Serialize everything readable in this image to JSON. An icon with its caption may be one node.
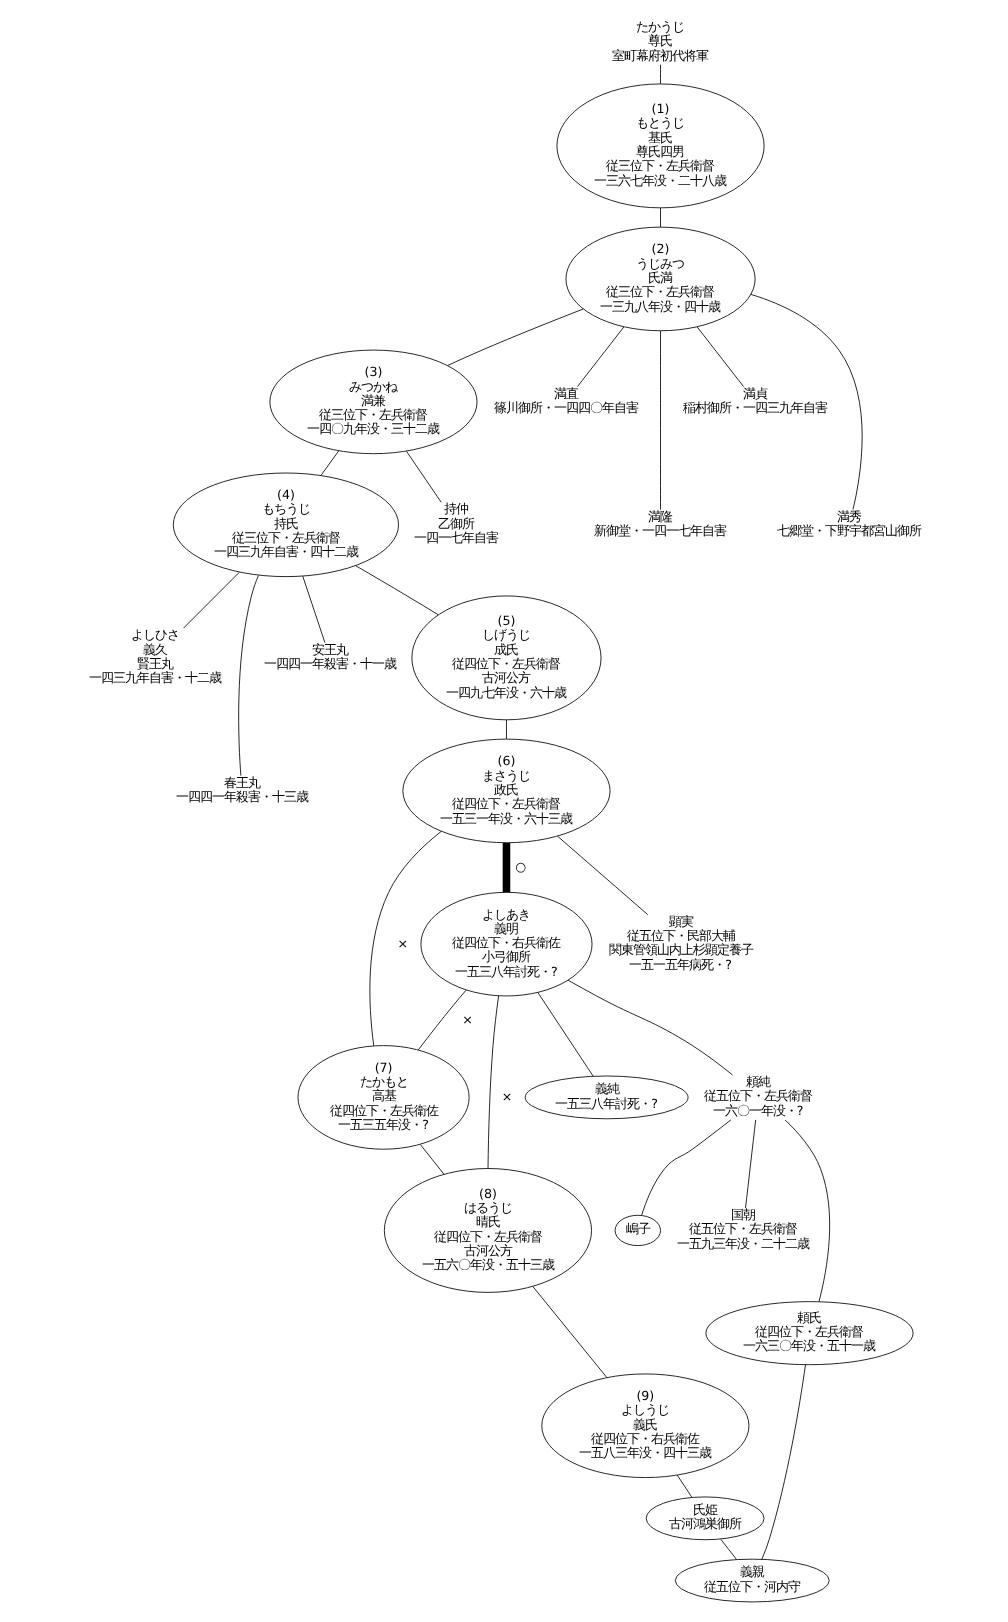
{
  "diagram": {
    "nodes": [
      {
        "text": [
          "たかうじ",
          "尊氏",
          "室町幕府初代将軍"
        ]
      },
      {
        "text": [
          "(1)",
          "もとうじ",
          "基氏",
          "尊氏四男",
          "従三位下・左兵衛督",
          "一三六七年没・二十八歳"
        ]
      },
      {
        "text": [
          "(2)",
          "うじみつ",
          "氏満",
          "従三位下・左兵衛督",
          "一三九八年没・四十歳"
        ]
      },
      {
        "text": [
          "(3)",
          "みつかね",
          "満兼",
          "従三位下・左兵衛督",
          "一四〇九年没・三十二歳"
        ]
      },
      {
        "text": [
          "満直",
          "篠川御所・一四四〇年自害"
        ]
      },
      {
        "text": [
          "満隆",
          "新御堂・一四一七年自害"
        ]
      },
      {
        "text": [
          "満貞",
          "稲村御所・一四三九年自害"
        ]
      },
      {
        "text": [
          "満秀",
          "七郷堂・下野宇都宮山御所"
        ]
      },
      {
        "text": [
          "(4)",
          "もちうじ",
          "持氏",
          "従三位下・左兵衛督",
          "一四三九年自害・四十二歳"
        ]
      },
      {
        "text": [
          "持仲",
          "乙御所",
          "一四一七年自害"
        ]
      },
      {
        "text": [
          "よしひさ",
          "義久",
          "賢王丸",
          "一四三九年自害・十二歳"
        ]
      },
      {
        "text": [
          "春王丸",
          "一四四一年殺害・十三歳"
        ]
      },
      {
        "text": [
          "安王丸",
          "一四四一年殺害・十一歳"
        ]
      },
      {
        "text": [
          "(5)",
          "しげうじ",
          "成氏",
          "従四位下・左兵衛督",
          "古河公方",
          "一四九七年没・六十歳"
        ]
      },
      {
        "text": [
          "(6)",
          "まさうじ",
          "政氏",
          "従四位下・左兵衛督",
          "一五三一年没・六十三歳"
        ]
      },
      {
        "text": [
          "(7)",
          "たかもと",
          "高基",
          "従四位下・左兵衛佐",
          "一五三五年没・?"
        ]
      },
      {
        "text": [
          "よしあき",
          "義明",
          "従四位下・右兵衛佐",
          "小弓御所",
          "一五三八年討死・?"
        ]
      },
      {
        "text": [
          "顕実",
          "従五位下・民部大輔",
          "関東管領山内上杉顕定養子",
          "一五一五年病死・?"
        ]
      },
      {
        "text": [
          "(8)",
          "はるうじ",
          "晴氏",
          "従四位下・左兵衛督",
          "古河公方",
          "一五六〇年没・五十三歳"
        ]
      },
      {
        "text": [
          "義純",
          "一五三八年討死・?"
        ]
      },
      {
        "text": [
          "頼純",
          "従五位下・左兵衛督",
          "一六〇一年没・?"
        ]
      },
      {
        "text": [
          "(9)",
          "よしうじ",
          "義氏",
          "従四位下・右兵衛佐",
          "一五八三年没・四十三歳"
        ]
      },
      {
        "text": [
          "嶋子"
        ]
      },
      {
        "text": [
          "国朝",
          "従五位下・左兵衛督",
          "一五九三年没・二十二歳"
        ]
      },
      {
        "text": [
          "頼氏",
          "従四位下・左兵衛督",
          "一六三〇年没・五十一歳"
        ]
      },
      {
        "text": [
          "氏姫",
          "古河鴻巣御所"
        ]
      },
      {
        "text": [
          "義親",
          "従五位下・河内守"
        ]
      }
    ],
    "edges": [
      {
        "from": 0,
        "to": 1,
        "arrow": "none"
      },
      {
        "from": 1,
        "to": 2,
        "arrow": "none"
      },
      {
        "from": 2,
        "to": 3,
        "arrow": "none"
      },
      {
        "from": 2,
        "to": 4,
        "arrow": "none"
      },
      {
        "from": 2,
        "to": 5,
        "arrow": "none"
      },
      {
        "from": 2,
        "to": 6,
        "arrow": "none"
      },
      {
        "from": 2,
        "to": 7,
        "arrow": "none"
      },
      {
        "from": 3,
        "to": 8,
        "arrow": "none"
      },
      {
        "from": 3,
        "to": 9,
        "arrow": "none"
      },
      {
        "from": 8,
        "to": 10,
        "arrow": "none"
      },
      {
        "from": 8,
        "to": 11,
        "arrow": "none"
      },
      {
        "from": 8,
        "to": 12,
        "arrow": "none"
      },
      {
        "from": 8,
        "to": 13,
        "arrow": "none"
      },
      {
        "from": 13,
        "to": 14,
        "arrow": "none"
      },
      {
        "from": 14,
        "to": 15,
        "arrow": "none",
        "label": "×"
      },
      {
        "from": 14,
        "to": 16,
        "arrow": "none",
        "label": "○",
        "style": "thick"
      },
      {
        "from": 14,
        "to": 17,
        "arrow": "none"
      },
      {
        "from": 16,
        "to": 15,
        "arrow": "none",
        "label": "×"
      },
      {
        "from": 15,
        "to": 18,
        "arrow": "none"
      },
      {
        "from": 16,
        "to": 18,
        "arrow": "none",
        "label": "×"
      },
      {
        "from": 16,
        "to": 19,
        "arrow": "none"
      },
      {
        "from": 16,
        "to": 20,
        "arrow": "none"
      },
      {
        "from": 18,
        "to": 21,
        "arrow": "none"
      },
      {
        "from": 20,
        "to": 22,
        "arrow": "none"
      },
      {
        "from": 20,
        "to": 23,
        "arrow": "none"
      },
      {
        "from": 20,
        "to": 24,
        "arrow": "none"
      },
      {
        "from": 21,
        "to": 25,
        "arrow": "none"
      },
      {
        "from": 25,
        "to": 26,
        "arrow": "none"
      },
      {
        "from": 24,
        "to": 26,
        "arrow": "none"
      }
    ]
  }
}
